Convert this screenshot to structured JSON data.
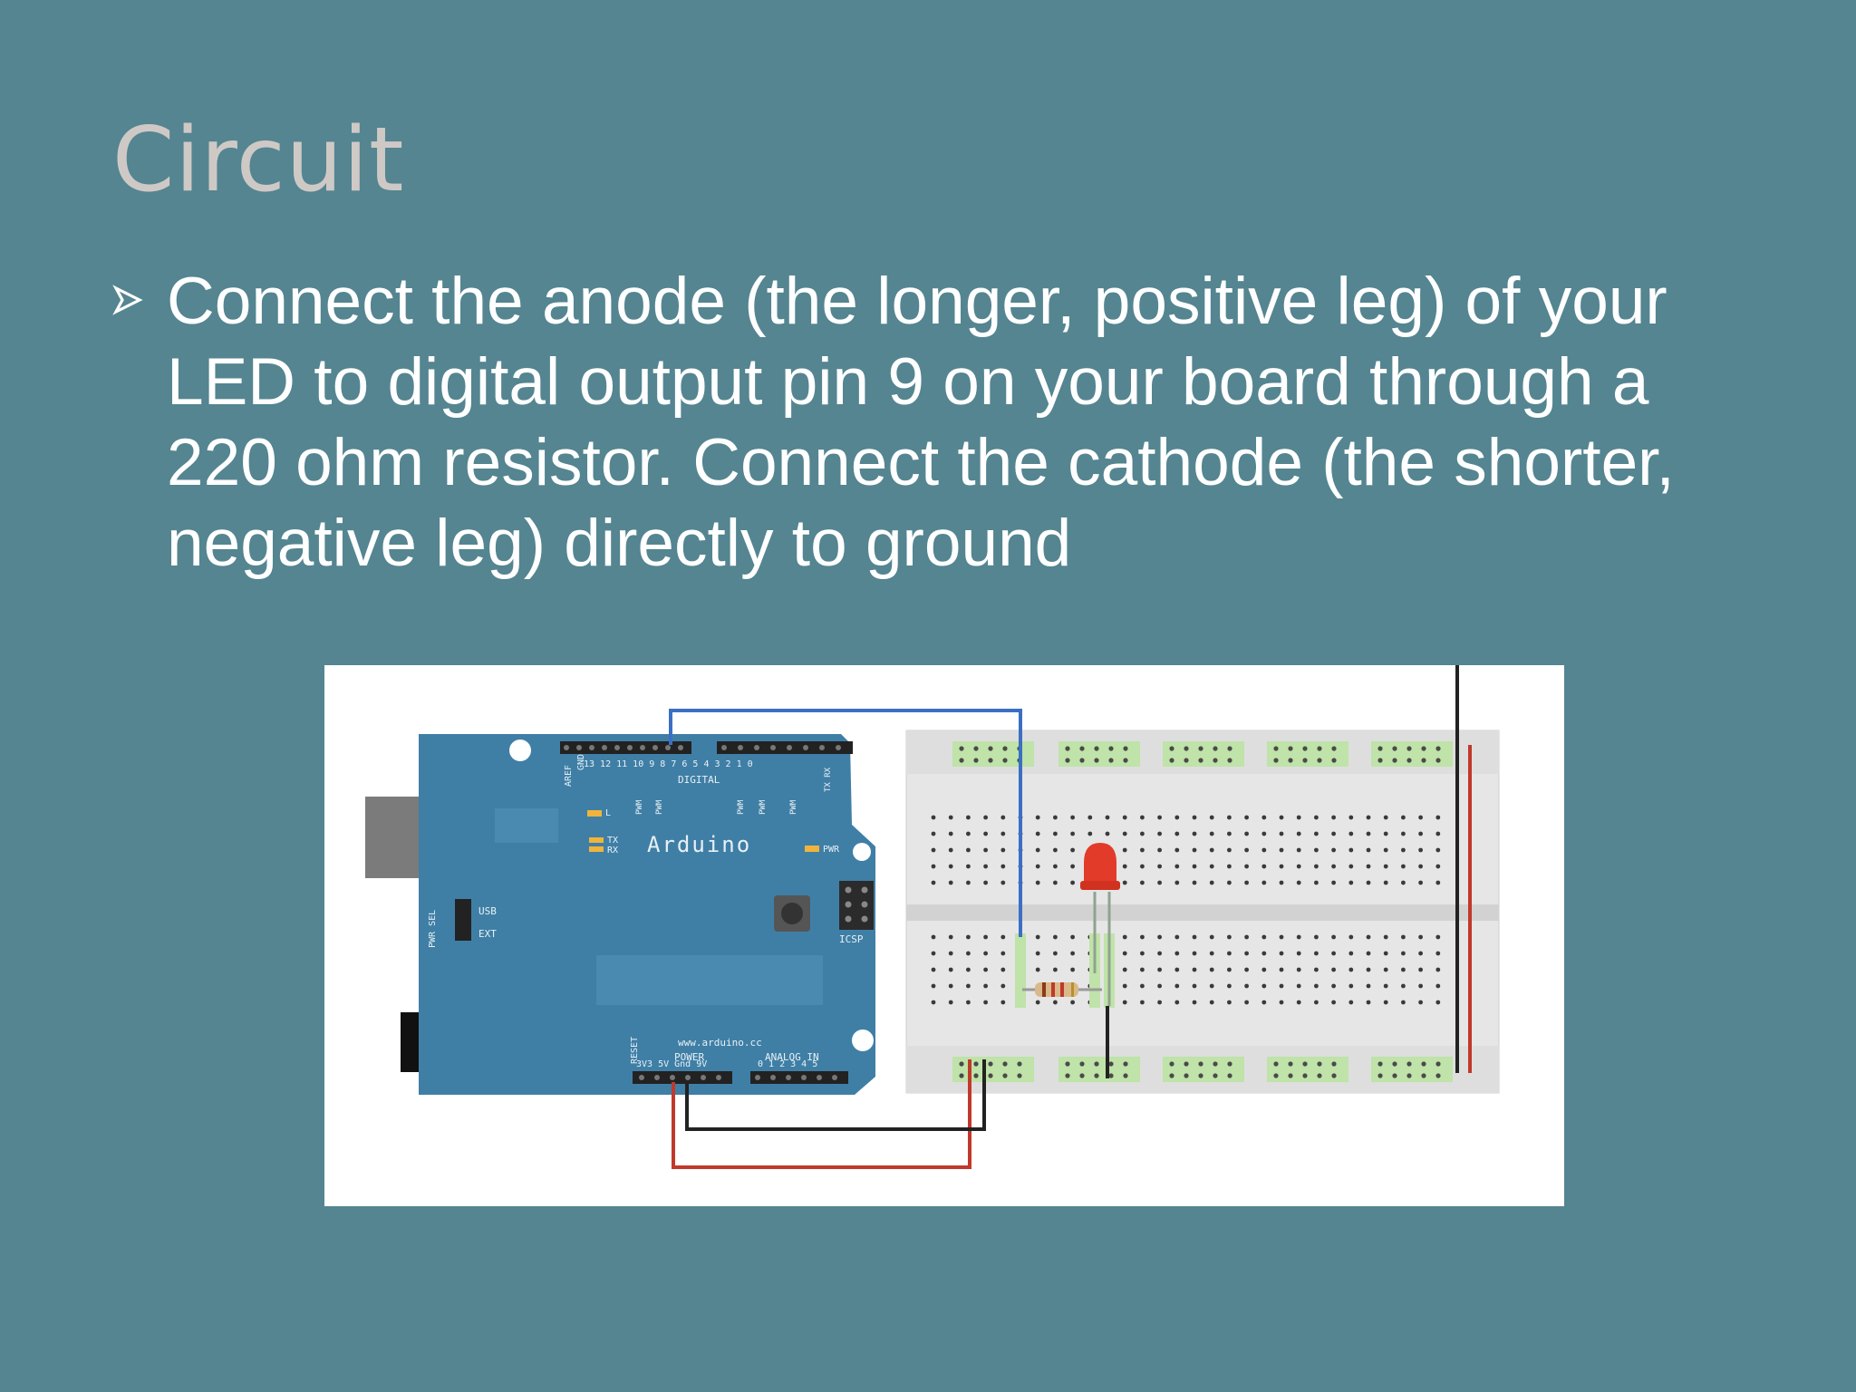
{
  "slide": {
    "title": "Circuit",
    "bullet_icon": "arrowhead-bullet-icon",
    "bullet_text": "Connect the anode (the longer, positive leg) of your LED to digital output pin 9 on your board through a 220 ohm resistor. Connect the cathode (the shorter, negative leg) directly to ground"
  },
  "figure": {
    "board_name": "Arduino",
    "board_url": "www.arduino.cc",
    "label_digital": "DIGITAL",
    "label_power": "POWER",
    "label_analog_in": "ANALOG IN",
    "label_power_pins": "3V3 5V Gnd 9V",
    "label_analog_pins": "0 1 2 3 4 5",
    "label_digital_pins": "13 12 11 10 9 8   7 6 5 4 3 2 1 0",
    "label_tx": "TX",
    "label_rx": "RX",
    "label_led_l": "L",
    "label_pwr": "PWR",
    "label_icsp": "ICSP",
    "label_usb": "USB",
    "label_ext": "EXT",
    "label_pwr_sel": "PWR SEL",
    "label_reset": "RESET",
    "label_aref": "AREF",
    "label_gnd": "GND",
    "label_pwm": "PWM",
    "label_txrx_header": "TX RX",
    "colors": {
      "board": "#3f7fa6",
      "wire_signal": "#3b6fc4",
      "wire_power": "#c0392b",
      "wire_ground": "#222222",
      "led": "#e23b2a",
      "breadboard": "#e6e6e6",
      "rail_highlight": "#bfe3a8"
    }
  }
}
